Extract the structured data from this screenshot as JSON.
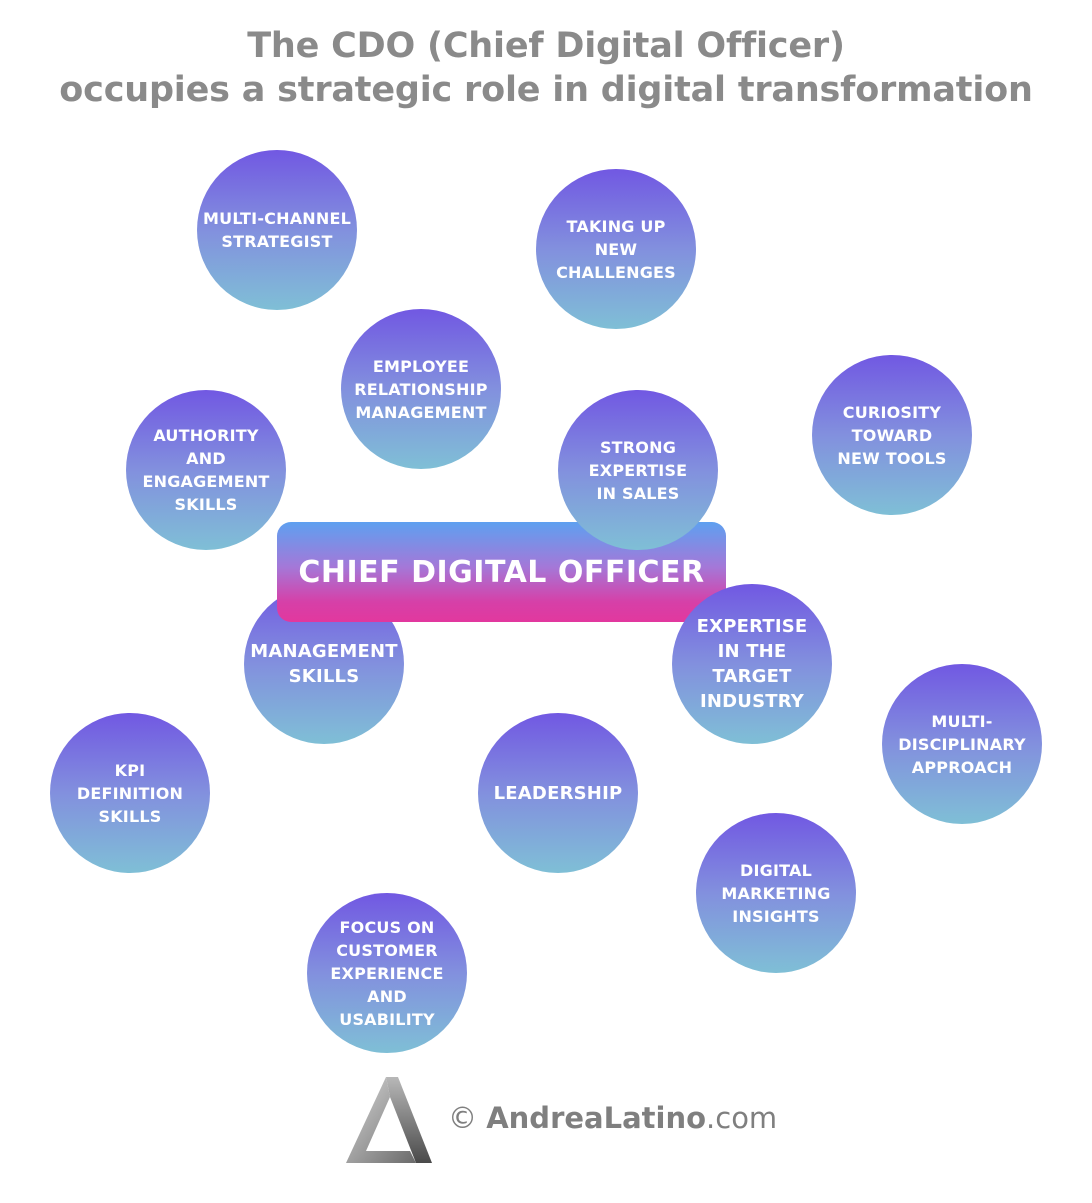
{
  "title": {
    "line1": "The CDO (Chief Digital Officer)",
    "line2": "occupies a strategic role in digital transformation"
  },
  "center": {
    "label": "CHIEF DIGITAL OFFICER"
  },
  "bubbles": {
    "multi_channel": "MULTI-CHANNEL\nSTRATEGIST",
    "challenges": "TAKING UP\nNEW\nCHALLENGES",
    "employee": "EMPLOYEE\nRELATIONSHIP\nMANAGEMENT",
    "curiosity": "CURIOSITY\nTOWARD\nNEW TOOLS",
    "authority": "AUTHORITY\nAND\nENGAGEMENT\nSKILLS",
    "sales": "STRONG\nEXPERTISE\nIN SALES",
    "management": "MANAGEMENT\nSKILLS",
    "industry": "EXPERTISE\nIN THE\nTARGET\nINDUSTRY",
    "multidisciplinary": "MULTI-\nDISCIPLINARY\nAPPROACH",
    "kpi": "KPI\nDEFINITION\nSKILLS",
    "leadership": "LEADERSHIP",
    "digital_marketing": "DIGITAL\nMARKETING\nINSIGHTS",
    "customer": "FOCUS ON\nCUSTOMER\nEXPERIENCE\nAND\nUSABILITY"
  },
  "footer": {
    "copyright": "©",
    "brand": "AndreaLatino",
    "domain": ".com",
    "logo_icon": "andrea-latino-logo"
  },
  "colors": {
    "bubble_top": "#7158e2",
    "bubble_bottom": "#7fbfd6",
    "center_top": "#5ea0f0",
    "center_bottom": "#e2389e",
    "title": "#8a8a8a"
  }
}
